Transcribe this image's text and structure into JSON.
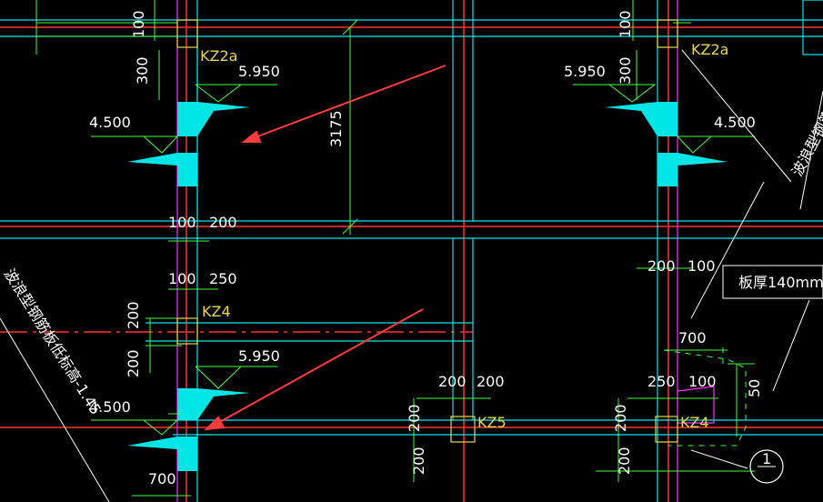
{
  "colors": {
    "background": "#000000",
    "wall": "#00e5e5",
    "axis": "#ff3030",
    "magenta": "#ff30ff",
    "dimension": "#40ff40",
    "column": "#e6d84a",
    "text": "#ffffff",
    "arrow": "#ff3b3b"
  },
  "column_labels": {
    "kz2a_left": "KZ2a",
    "kz2a_right": "KZ2a",
    "kz4_left": "KZ4",
    "kz5": "KZ5",
    "kz4_right": "KZ4"
  },
  "elevations": {
    "e1": "5.950",
    "e2": "5.950",
    "e3": "5.950",
    "e4": "4.500",
    "e5": "4.500",
    "e6": "4.500"
  },
  "dimensions": {
    "d100_top": "100",
    "d300_left": "300",
    "d300_right": "300",
    "d100_right_top": "100",
    "d3175": "3175",
    "d100_a": "100",
    "d200_a": "200",
    "d100_b": "100",
    "d250_a": "250",
    "d200_b": "200",
    "d200_c": "200",
    "d200_d": "200",
    "d100_c": "100",
    "d700_a": "700",
    "d200_e": "200",
    "d200_f": "200",
    "d250_b": "250",
    "d100_d": "100",
    "d50": "50",
    "d200_g": "200",
    "d200_h": "200",
    "d200_i": "200",
    "d200_j": "200",
    "d700_b": "700"
  },
  "notes": {
    "slab_thickness": "板厚140mm",
    "left_diagonal": "波浪型钢筋板低标高-1.45",
    "right_diagonal": "波浪型钢筋",
    "axis_bubble": "1"
  }
}
